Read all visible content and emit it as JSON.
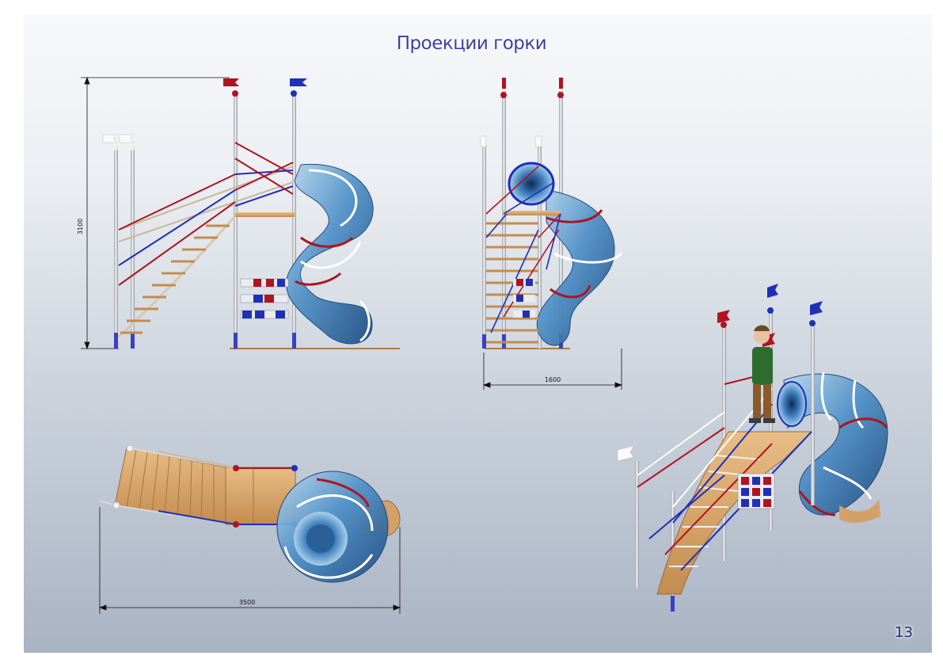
{
  "page": {
    "title": "Проекции горки",
    "number": "13"
  },
  "dimensions": {
    "height": "3100",
    "width": "1600",
    "length": "3500"
  },
  "colors": {
    "title": "#3d3fa6",
    "rope_red": "#b01420",
    "rope_blue": "#1f2fb8",
    "rope_beige": "#cbb79a",
    "tube": "#4f90c8",
    "wood": "#d9a86a"
  },
  "icons": [
    "flag-red-icon",
    "flag-blue-icon",
    "flag-white-icon",
    "tic-tac-toe-panel-icon"
  ]
}
